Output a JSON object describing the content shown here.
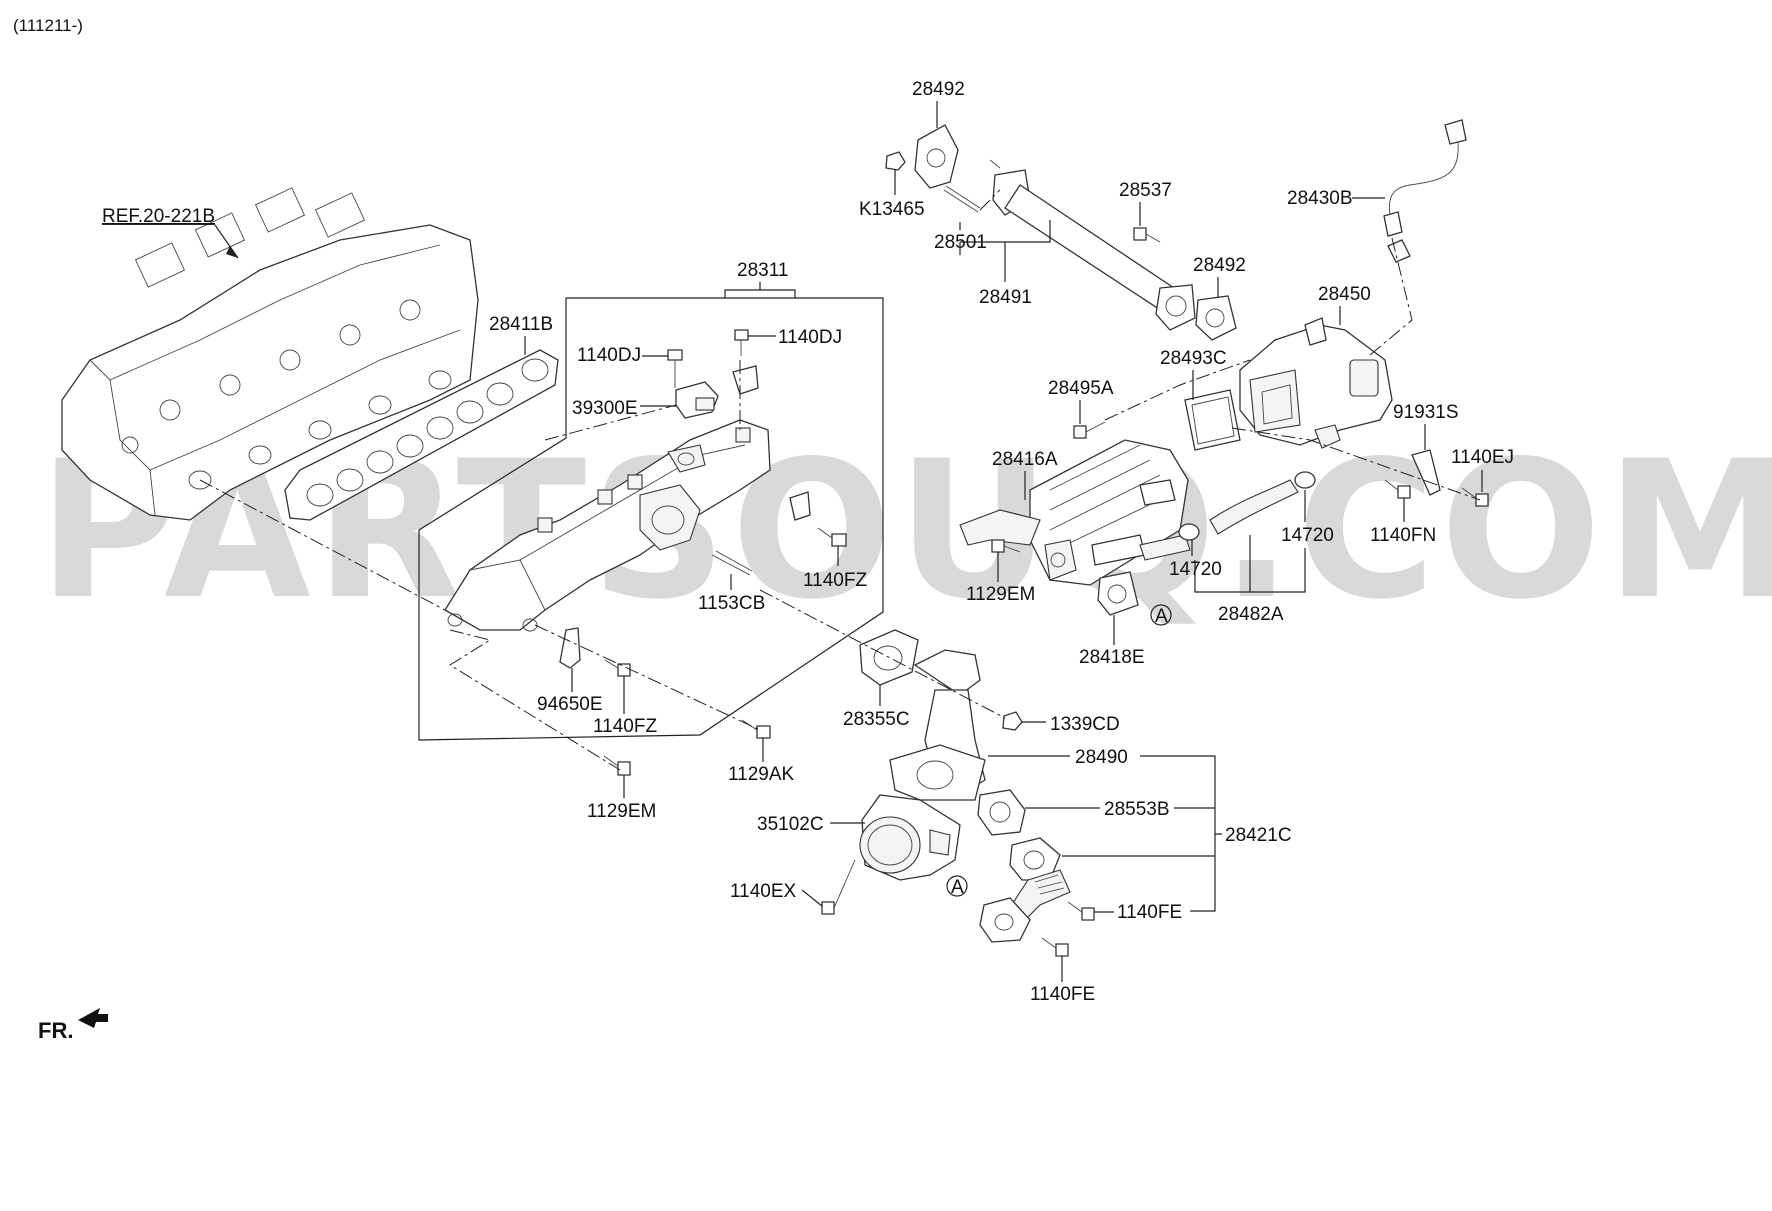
{
  "header": {
    "code": "(111211-)"
  },
  "watermark": "PARTSOUQ.COM",
  "reference": {
    "label": "REF.20-221B"
  },
  "front_marker": {
    "label": "FR."
  },
  "callouts": {
    "c28492_top": "28492",
    "cK13465": "K13465",
    "c28501": "28501",
    "c28491": "28491",
    "c28537": "28537",
    "c28430B": "28430B",
    "c28492_mid": "28492",
    "c28450": "28450",
    "c28311": "28311",
    "c28411B": "28411B",
    "c1140DJ_a": "1140DJ",
    "c1140DJ_b": "1140DJ",
    "c39300E": "39300E",
    "c28493C": "28493C",
    "c28495A": "28495A",
    "c91931S": "91931S",
    "c1140EJ": "1140EJ",
    "c28416A": "28416A",
    "c1140FN": "1140FN",
    "c14720_a": "14720",
    "c14720_b": "14720",
    "c1140FZ_a": "1140FZ",
    "c1153CB": "1153CB",
    "c1129EM_a": "1129EM",
    "c28482A": "28482A",
    "cA_1": "A",
    "c28418E": "28418E",
    "c94650E": "94650E",
    "c1140FZ_b": "1140FZ",
    "c28355C": "28355C",
    "c1339CD": "1339CD",
    "c1129AK": "1129AK",
    "c28490": "28490",
    "c1129EM_b": "1129EM",
    "c28553B": "28553B",
    "c35102C": "35102C",
    "c28421C": "28421C",
    "cA_2": "A",
    "c1140EX": "1140EX",
    "c1140FE_a": "1140FE",
    "c1140FE_b": "1140FE"
  }
}
